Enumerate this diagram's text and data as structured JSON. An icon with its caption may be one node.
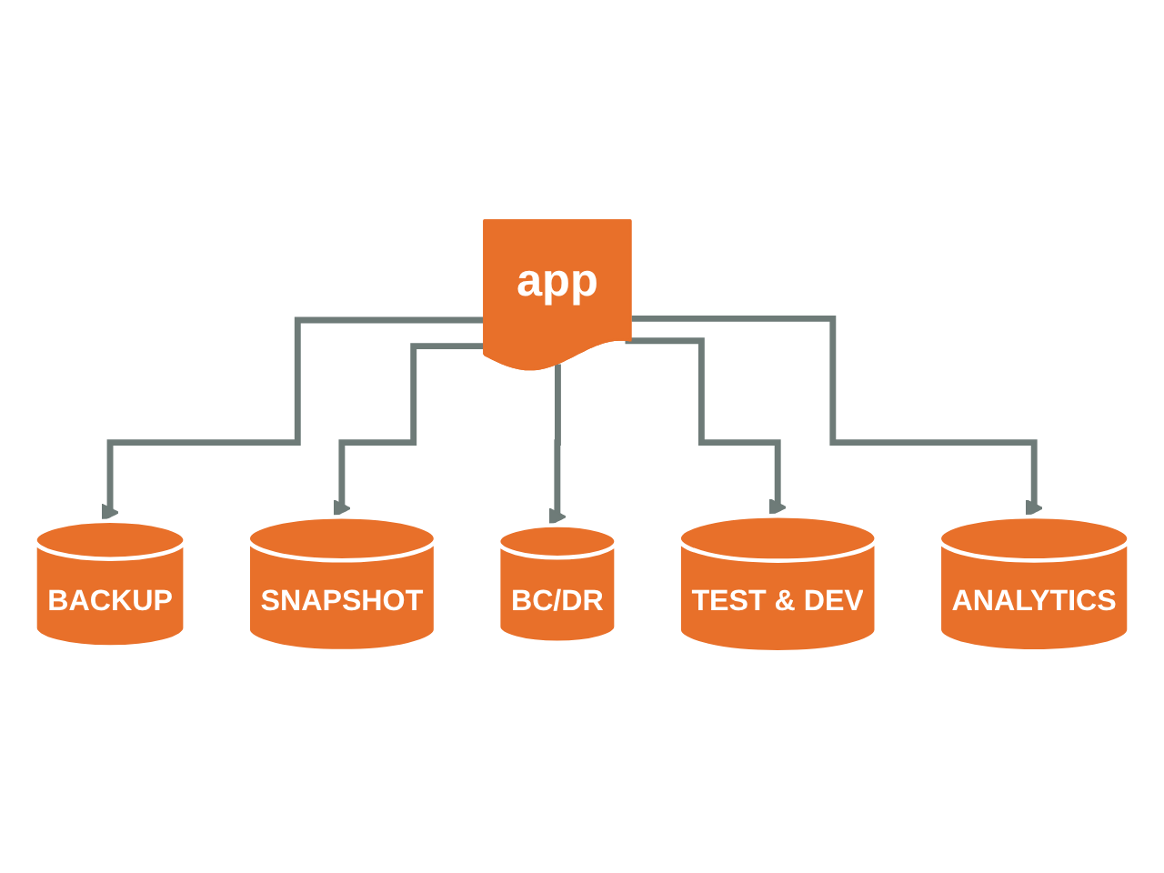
{
  "diagram": {
    "nodes": [
      {
        "text": [
          "app"
        ]
      },
      {
        "text": [
          "BACKUP"
        ]
      },
      {
        "text": [
          "SNAPSHOT"
        ]
      },
      {
        "text": [
          "BC/DR"
        ]
      },
      {
        "text": [
          "TEST & DEV"
        ]
      },
      {
        "text": [
          "ANALYTICS"
        ]
      }
    ],
    "edges": [
      {
        "from": 0,
        "to": 1,
        "arrow": "to"
      },
      {
        "from": 0,
        "to": 2,
        "arrow": "to"
      },
      {
        "from": 0,
        "to": 3,
        "arrow": "to"
      },
      {
        "from": 0,
        "to": 4,
        "arrow": "to"
      },
      {
        "from": 0,
        "to": 5,
        "arrow": "to"
      }
    ]
  }
}
